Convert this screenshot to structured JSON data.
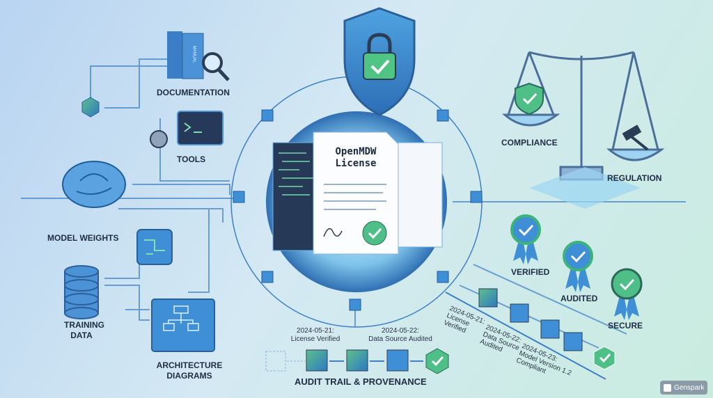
{
  "document": {
    "title_line1": "OpenMDW",
    "title_line2": "License"
  },
  "inputs": {
    "documentation": "DOCUMENTATION",
    "tools": "TOOLS",
    "model_weights": "MODEL WEIGHTS",
    "training_data_1": "TRAINING",
    "training_data_2": "DATA",
    "architecture_1": "ARCHITECTURE",
    "architecture_2": "DIAGRAMS",
    "manual_book": "MANUAL"
  },
  "governance": {
    "compliance": "COMPLIANCE",
    "regulation": "REGULATION"
  },
  "badges": {
    "verified": "VERIFIED",
    "audited": "AUDITED",
    "secure": "SECURE"
  },
  "audit_trail": {
    "title": "AUDIT TRAIL & PROVENANCE",
    "entries": [
      {
        "date": "2024-05-21:",
        "text": "License Verified"
      },
      {
        "date": "2024-05-22:",
        "text": "Data Source Audited"
      }
    ]
  },
  "diagonal_trail": [
    {
      "date": "2024-05-21:",
      "l1": "License",
      "l2": "Verified"
    },
    {
      "date": "2024-05-22:",
      "l1": "Data Source",
      "l2": "Audited"
    },
    {
      "date": "2024-05-23:",
      "l1": "Model Version 1.2",
      "l2": "Compliant"
    }
  ],
  "watermark": "Genspark",
  "colors": {
    "accent_blue": "#3d7fc8",
    "accent_green": "#3cb37a",
    "ink": "#1f2d44"
  }
}
